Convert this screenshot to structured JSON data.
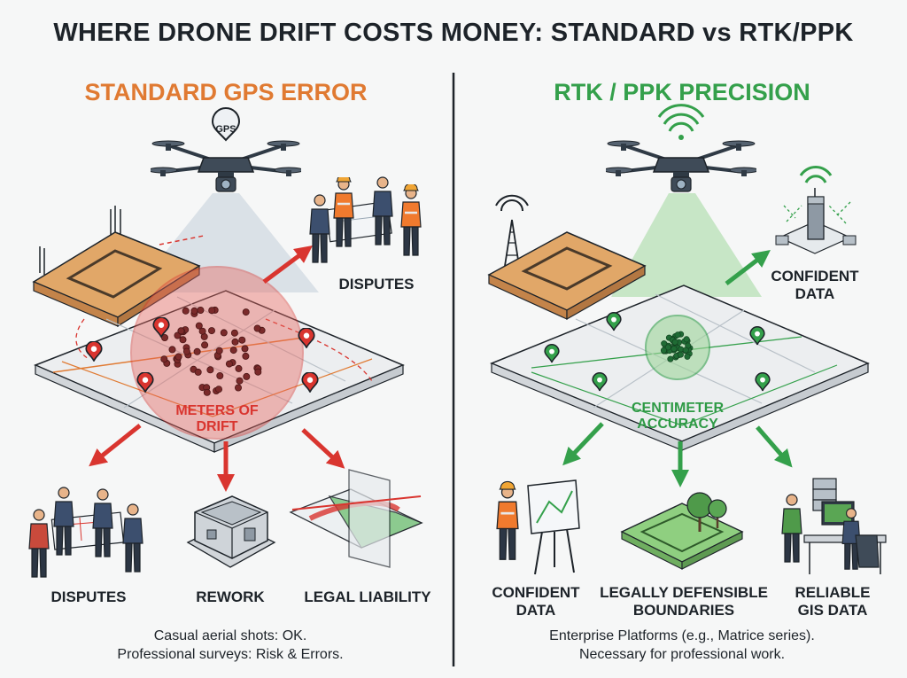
{
  "title": "WHERE DRONE DRIFT COSTS MONEY: STANDARD vs RTK/PPK",
  "left": {
    "heading": "STANDARD GPS ERROR",
    "gps_badge": "GPS",
    "error_label_line1": "METERS OF",
    "error_label_line2": "DRIFT",
    "disputes_top": "DISPUTES",
    "outcome_1": "DISPUTES",
    "outcome_2": "REWORK",
    "outcome_3": "LEGAL LIABILITY",
    "footer_line1": "Casual aerial shots: OK.",
    "footer_line2": "Professional surveys: Risk & Errors."
  },
  "right": {
    "heading": "RTK / PPK PRECISION",
    "accuracy_label_line1": "CENTIMETER",
    "accuracy_label_line2": "ACCURACY",
    "data_top_line1": "CONFIDENT",
    "data_top_line2": "DATA",
    "outcome_1_line1": "CONFIDENT",
    "outcome_1_line2": "DATA",
    "outcome_2_line1": "LEGALLY DEFENSIBLE",
    "outcome_2_line2": "BOUNDARIES",
    "outcome_3_line1": "RELIABLE",
    "outcome_3_line2": "GIS DATA",
    "footer_line1": "Enterprise Platforms (e.g., Matrice series).",
    "footer_line2": "Necessary for professional work."
  },
  "colors": {
    "orange": "#e07a32",
    "green": "#34a04b",
    "red": "#d9352f",
    "dark": "#1d2329"
  },
  "icons": [
    "drone-icon",
    "gps-badge-icon",
    "signal-icon",
    "map-pin-icon",
    "arrow-icon",
    "people-icon",
    "house-icon",
    "server-icon",
    "tree-icon",
    "tower-icon"
  ]
}
